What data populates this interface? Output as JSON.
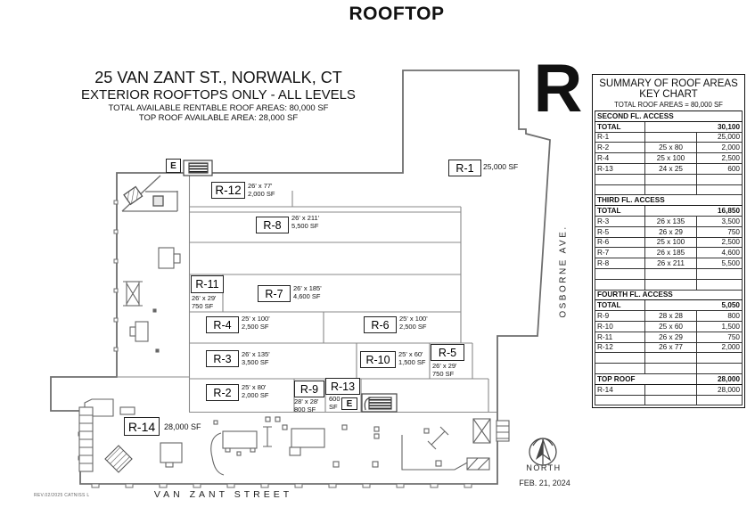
{
  "page": {
    "title": "ROOFTOP",
    "big_letter": "R"
  },
  "header": {
    "address": "25 VAN ZANT ST., NORWALK, CT",
    "subtitle": "EXTERIOR ROOFTOPS ONLY - ALL LEVELS",
    "total_line": "TOTAL AVAILABLE RENTABLE ROOF AREAS:  80,000 SF",
    "top_roof_line": "TOP ROOF AVAILABLE AREA:  28,000 SF"
  },
  "plan": {
    "street_bottom": "VAN ZANT STREET",
    "street_right": "OSBORNE AVE.",
    "north_label": "NORTH",
    "date": "FEB. 21, 2024",
    "rev_note": "REV.02/2025 CATNISS L",
    "elevator_label": "E",
    "labels": {
      "r1": {
        "id": "R-1",
        "area": "25,000 SF"
      },
      "r12": {
        "id": "R-12",
        "dims": "26' x 77'",
        "area": "2,000 SF"
      },
      "r8": {
        "id": "R-8",
        "dims": "26' x 211'",
        "area": "5,500 SF"
      },
      "r11": {
        "id": "R-11",
        "dims": "26' x 29'",
        "area": "750 SF"
      },
      "r7": {
        "id": "R-7",
        "dims": "26' x 185'",
        "area": "4,600 SF"
      },
      "r4": {
        "id": "R-4",
        "dims": "25' x 100'",
        "area": "2,500 SF"
      },
      "r6": {
        "id": "R-6",
        "dims": "25' x 100'",
        "area": "2,500 SF"
      },
      "r3": {
        "id": "R-3",
        "dims": "26' x 135'",
        "area": "3,500 SF"
      },
      "r10": {
        "id": "R-10",
        "dims": "25' x 60'",
        "area": "1,500 SF"
      },
      "r5": {
        "id": "R-5",
        "dims": "26' x 29'",
        "area": "750 SF"
      },
      "r2": {
        "id": "R-2",
        "dims": "25' x 80'",
        "area": "2,000 SF"
      },
      "r9": {
        "id": "R-9",
        "dims": "28' x 28'",
        "area": "800 SF"
      },
      "r13": {
        "id": "R-13",
        "area_line1": "600",
        "area_line2": "SF"
      },
      "r14": {
        "id": "R-14",
        "area": "28,000 SF"
      }
    }
  },
  "key_chart": {
    "title1": "SUMMARY OF ROOF AREAS",
    "title2": "KEY CHART",
    "title3": "TOTAL ROOF AREAS = 80,000 SF",
    "sections": [
      {
        "header": "SECOND FL. ACCESS",
        "rows": [
          {
            "name": "TOTAL",
            "dims": "",
            "area": "30,100"
          },
          {
            "name": "R-1",
            "dims": "",
            "area": "25,000"
          },
          {
            "name": "R-2",
            "dims": "25 x 80",
            "area": "2,000"
          },
          {
            "name": "R-4",
            "dims": "25 x 100",
            "area": "2,500"
          },
          {
            "name": "R-13",
            "dims": "24 x 25",
            "area": "600"
          },
          {
            "name": "",
            "dims": "",
            "area": ""
          },
          {
            "name": "",
            "dims": "",
            "area": ""
          }
        ]
      },
      {
        "header": "THIRD FL. ACCESS",
        "rows": [
          {
            "name": "TOTAL",
            "dims": "",
            "area": "16,850"
          },
          {
            "name": "R-3",
            "dims": "26 x 135",
            "area": "3,500"
          },
          {
            "name": "R-5",
            "dims": "26 x 29",
            "area": "750"
          },
          {
            "name": "R-6",
            "dims": "25 x 100",
            "area": "2,500"
          },
          {
            "name": "R-7",
            "dims": "26 x 185",
            "area": "4,600"
          },
          {
            "name": "R-8",
            "dims": "26 x 211",
            "area": "5,500"
          },
          {
            "name": "",
            "dims": "",
            "area": ""
          },
          {
            "name": "",
            "dims": "",
            "area": ""
          }
        ]
      },
      {
        "header": "FOURTH FL. ACCESS",
        "rows": [
          {
            "name": "TOTAL",
            "dims": "",
            "area": "5,050"
          },
          {
            "name": "R-9",
            "dims": "28 x 28",
            "area": "800"
          },
          {
            "name": "R-10",
            "dims": "25 x 60",
            "area": "1,500"
          },
          {
            "name": "R-11",
            "dims": "26 x 29",
            "area": "750"
          },
          {
            "name": "R-12",
            "dims": "26 x 77",
            "area": "2,000"
          },
          {
            "name": "",
            "dims": "",
            "area": ""
          },
          {
            "name": "",
            "dims": "",
            "area": ""
          }
        ]
      },
      {
        "header": "TOP ROOF",
        "header_value": "28,000",
        "rows": [
          {
            "name": "R-14",
            "dims": "",
            "area": "28,000"
          },
          {
            "name": "",
            "dims": "",
            "area": ""
          }
        ]
      }
    ]
  }
}
